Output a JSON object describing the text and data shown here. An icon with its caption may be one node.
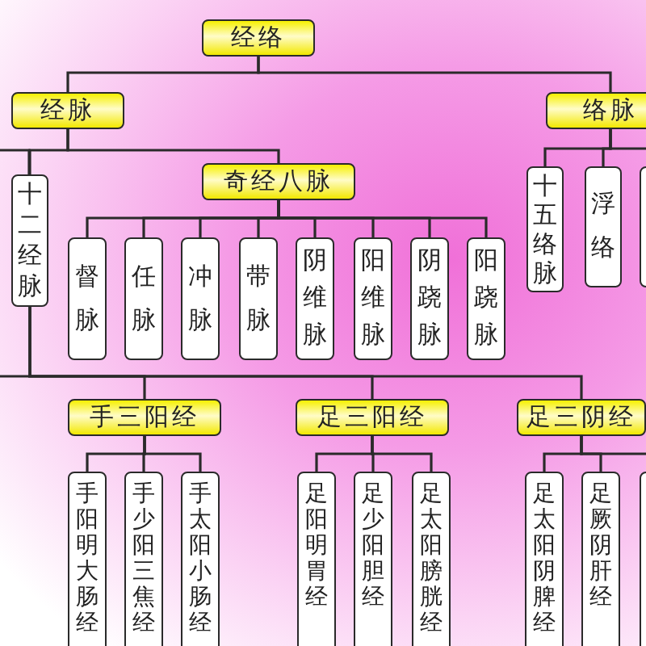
{
  "diagram": {
    "nodes": [
      {
        "text": [
          "经络"
        ]
      },
      {
        "text": [
          "经脉"
        ]
      },
      {
        "text": [
          "络脉"
        ]
      },
      {
        "text": [
          "十二经脉"
        ]
      },
      {
        "text": [
          "奇经八脉"
        ]
      },
      {
        "text": [
          "督脉"
        ]
      },
      {
        "text": [
          "任脉"
        ]
      },
      {
        "text": [
          "冲脉"
        ]
      },
      {
        "text": [
          "带脉"
        ]
      },
      {
        "text": [
          "阴维脉"
        ]
      },
      {
        "text": [
          "阳维脉"
        ]
      },
      {
        "text": [
          "阴跷脉"
        ]
      },
      {
        "text": [
          "阳跷脉"
        ]
      },
      {
        "text": [
          "十五络脉"
        ]
      },
      {
        "text": [
          "浮络"
        ]
      },
      {
        "text": [],
        "shape": "box"
      },
      {
        "text": [
          "手三阳经"
        ]
      },
      {
        "text": [
          "足三阳经"
        ]
      },
      {
        "text": [
          "足三阴经"
        ]
      },
      {
        "text": [
          "手阳明大肠经"
        ]
      },
      {
        "text": [
          "手少阳三焦经"
        ]
      },
      {
        "text": [
          "手太阳小肠经"
        ]
      },
      {
        "text": [
          "足阳明胃经"
        ]
      },
      {
        "text": [
          "足少阳胆经"
        ]
      },
      {
        "text": [
          "足太阳膀胱经"
        ]
      },
      {
        "text": [
          "足太阳阴脾经"
        ]
      },
      {
        "text": [
          "足厥阴肝经"
        ]
      },
      {
        "text": [],
        "shape": "box"
      }
    ],
    "edges": [
      {
        "from": 0,
        "to": 1,
        "arrow": "none"
      },
      {
        "from": 0,
        "to": 2,
        "arrow": "none"
      },
      {
        "from": 1,
        "to": 3,
        "arrow": "none"
      },
      {
        "from": 1,
        "to": 4,
        "arrow": "none"
      },
      {
        "from": 4,
        "to": 5,
        "arrow": "none"
      },
      {
        "from": 4,
        "to": 6,
        "arrow": "none"
      },
      {
        "from": 4,
        "to": 7,
        "arrow": "none"
      },
      {
        "from": 4,
        "to": 8,
        "arrow": "none"
      },
      {
        "from": 4,
        "to": 9,
        "arrow": "none"
      },
      {
        "from": 4,
        "to": 10,
        "arrow": "none"
      },
      {
        "from": 4,
        "to": 11,
        "arrow": "none"
      },
      {
        "from": 4,
        "to": 12,
        "arrow": "none"
      },
      {
        "from": 2,
        "to": 13,
        "arrow": "none"
      },
      {
        "from": 2,
        "to": 14,
        "arrow": "none"
      },
      {
        "from": 2,
        "to": 15,
        "arrow": "none"
      },
      {
        "from": 3,
        "to": 16,
        "arrow": "none"
      },
      {
        "from": 3,
        "to": 17,
        "arrow": "none"
      },
      {
        "from": 3,
        "to": 18,
        "arrow": "none"
      },
      {
        "from": 16,
        "to": 19,
        "arrow": "none"
      },
      {
        "from": 16,
        "to": 20,
        "arrow": "none"
      },
      {
        "from": 16,
        "to": 21,
        "arrow": "none"
      },
      {
        "from": 17,
        "to": 22,
        "arrow": "none"
      },
      {
        "from": 17,
        "to": 23,
        "arrow": "none"
      },
      {
        "from": 17,
        "to": 24,
        "arrow": "none"
      },
      {
        "from": 18,
        "to": 25,
        "arrow": "none"
      },
      {
        "from": 18,
        "to": 26,
        "arrow": "none"
      },
      {
        "from": 18,
        "to": 27,
        "arrow": "none"
      }
    ]
  }
}
